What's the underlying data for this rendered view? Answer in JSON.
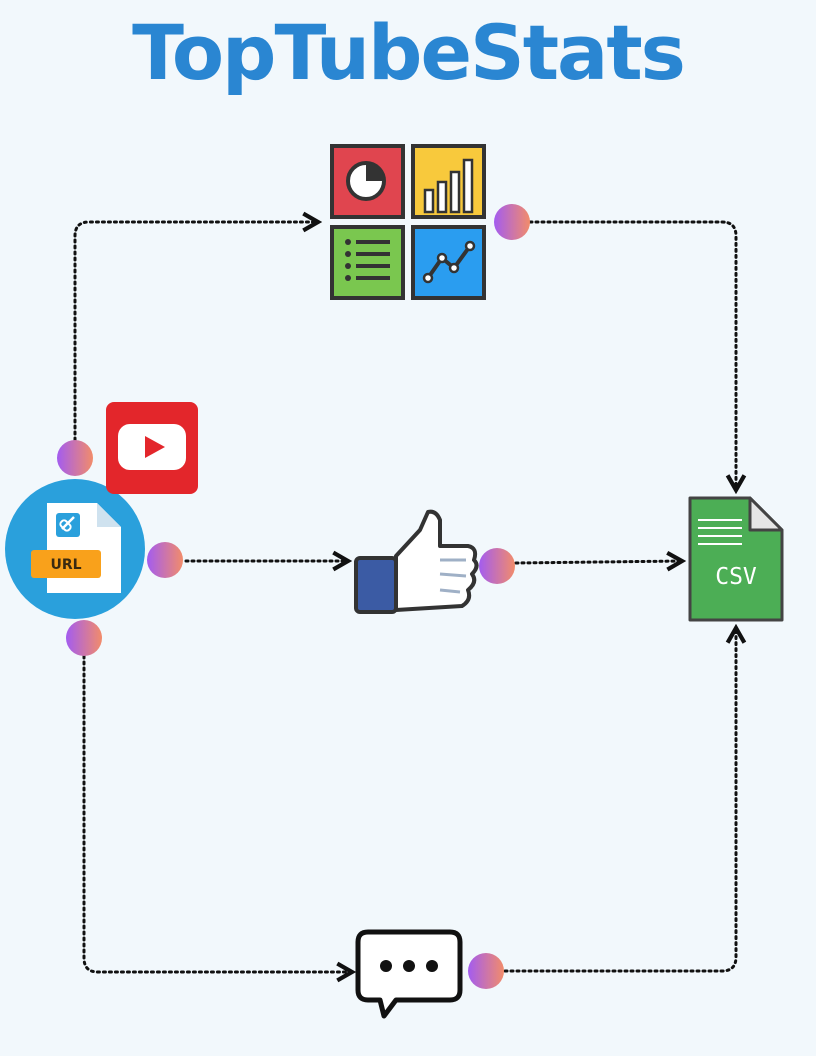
{
  "header": {
    "title": "TopTubeStats"
  },
  "nodes": {
    "url_file": {
      "icon": "url-file-icon",
      "label": "URL"
    },
    "youtube": {
      "icon": "youtube-logo-icon"
    },
    "dashboard": {
      "icon": "analytics-dashboard-icon"
    },
    "likes": {
      "icon": "thumbs-up-icon"
    },
    "comments": {
      "icon": "speech-bubble-icon"
    },
    "csv_file": {
      "icon": "csv-file-icon",
      "label": "CSV"
    }
  },
  "colors": {
    "title": "#2a86d2",
    "background": "#f2f8fc",
    "connector_start": "#a35cf0",
    "connector_end": "#f28c6a",
    "csv_green": "#4cae55",
    "youtube_red": "#e3262b"
  }
}
